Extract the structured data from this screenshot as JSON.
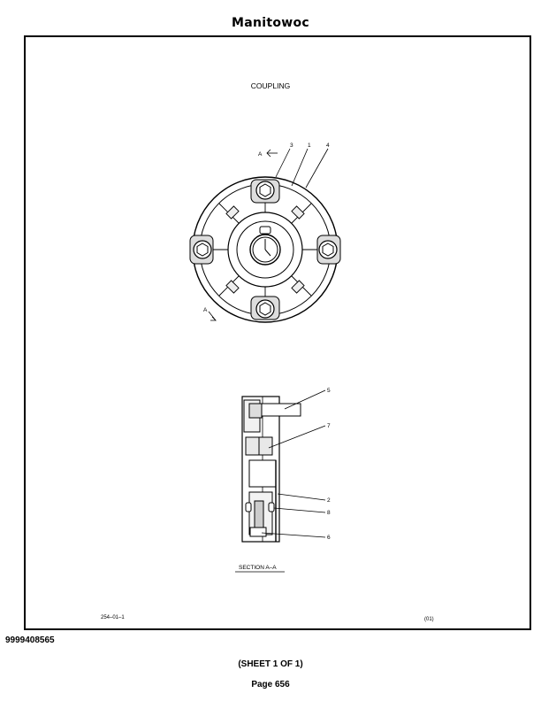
{
  "header": {
    "brand": "Manitowoc"
  },
  "drawing": {
    "title": "COUPLING",
    "section_label": "SECTION A–A",
    "section_marker": "A",
    "callouts": [
      "1",
      "2",
      "3",
      "4",
      "5",
      "6",
      "7",
      "8"
    ],
    "drawing_number": "254–01–1",
    "revision": "(01)"
  },
  "footer": {
    "part_number": "9999408565",
    "sheet": "(SHEET 1 OF 1)",
    "page": "Page 656"
  }
}
